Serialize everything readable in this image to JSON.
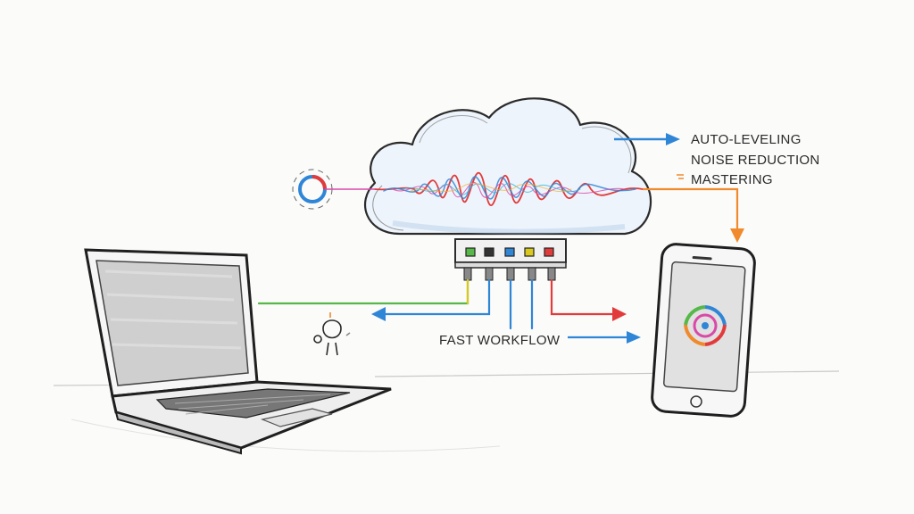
{
  "features": {
    "auto_leveling": "AUTO-LEVELING",
    "noise_reduction": "NOISE REDUCTION",
    "mastering": "MASTERING"
  },
  "workflow_label": "FAST WORKFLOW",
  "colors": {
    "ink": "#2b2b2b",
    "blue": "#2f86d6",
    "orange": "#f08a2c",
    "red": "#e23b3b",
    "green": "#55b848",
    "yellow": "#d9c91e",
    "cyan": "#33b4e0",
    "magenta": "#d94aa8"
  },
  "icons": [
    "cloud-icon",
    "waveform-icon",
    "connector-hub-icon",
    "laptop-icon",
    "smartphone-icon",
    "microphone-icon",
    "audio-dial-icon",
    "color-ring-icon"
  ]
}
